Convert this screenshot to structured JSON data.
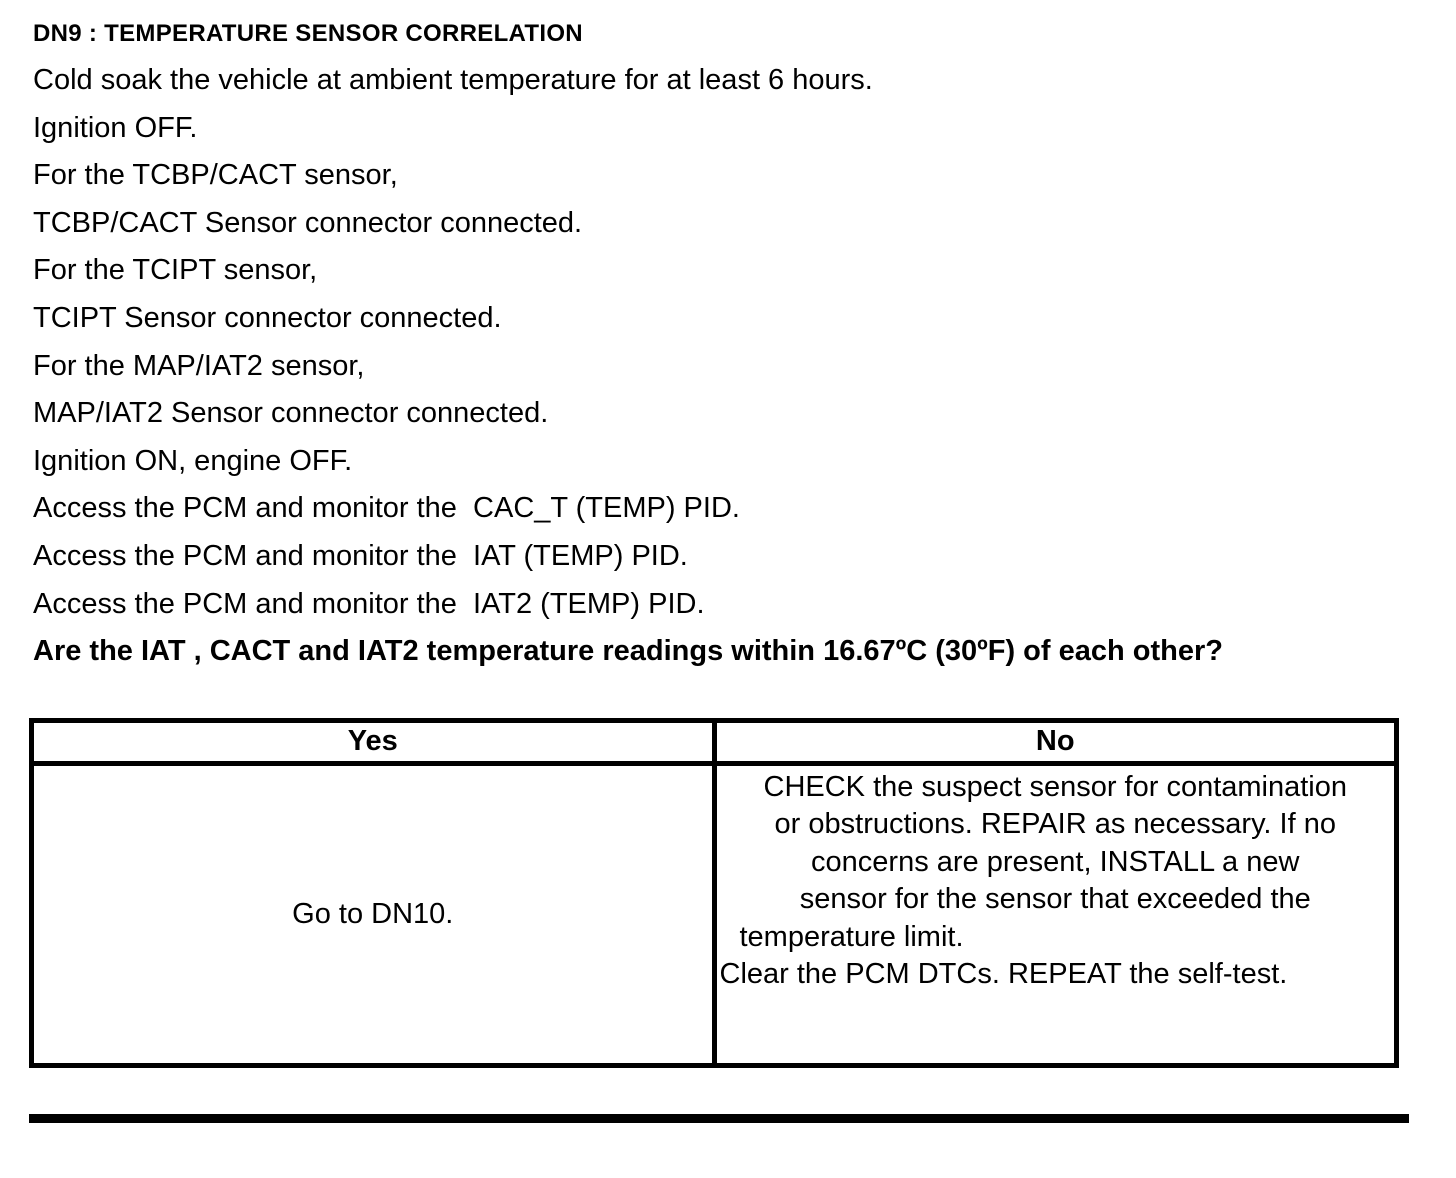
{
  "page": {
    "title": "DN9 : TEMPERATURE SENSOR CORRELATION",
    "instructions": [
      "Cold soak the vehicle at ambient temperature for at least 6 hours.",
      "Ignition OFF.",
      "For the TCBP/CACT sensor,",
      "TCBP/CACT Sensor connector connected.",
      "For the TCIPT sensor,",
      "TCIPT Sensor connector connected.",
      "For the MAP/IAT2 sensor,",
      "MAP/IAT2 Sensor connector connected.",
      "Ignition ON, engine OFF.",
      "Access the PCM and monitor the  CAC_T (TEMP) PID.",
      "Access the PCM and monitor the  IAT (TEMP) PID.",
      "Access the PCM and monitor the  IAT2 (TEMP) PID."
    ],
    "question": "Are the IAT , CACT and IAT2 temperature readings within 16.67ºC (30ºF) of each other?"
  },
  "decision_table": {
    "headers": {
      "yes": "Yes",
      "no": "No"
    },
    "yes_cell": {
      "action": "Go to DN10."
    },
    "no_cell": {
      "lines": [
        "CHECK the suspect sensor for contamination",
        "or obstructions. REPAIR as necessary. If no",
        "concerns are present, INSTALL a new",
        "sensor for the sensor that exceeded the",
        "temperature limit.",
        "Clear the PCM DTCs. REPEAT the self-test."
      ]
    }
  },
  "colors": {
    "text": "#000000",
    "background": "#ffffff",
    "border": "#000000"
  }
}
